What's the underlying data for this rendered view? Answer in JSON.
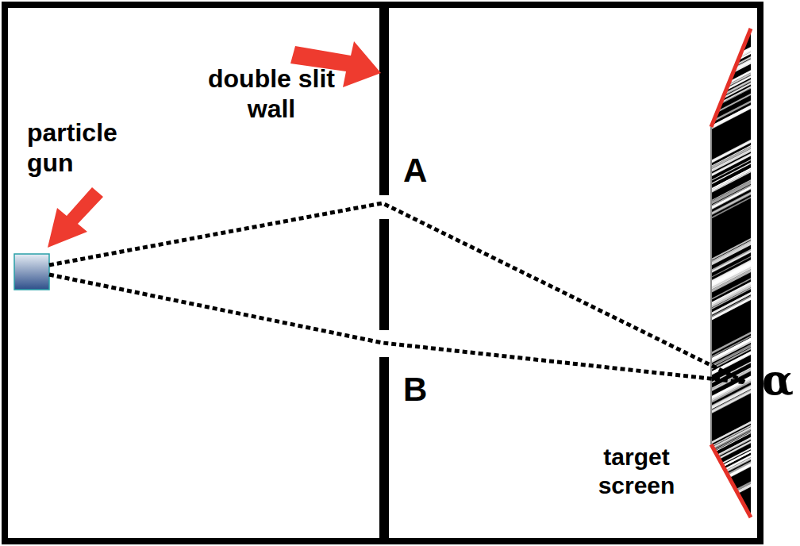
{
  "diagram": {
    "labels": [
      "double slit wall",
      "particle gun",
      "A",
      "B",
      "target screen",
      "α"
    ]
  }
}
